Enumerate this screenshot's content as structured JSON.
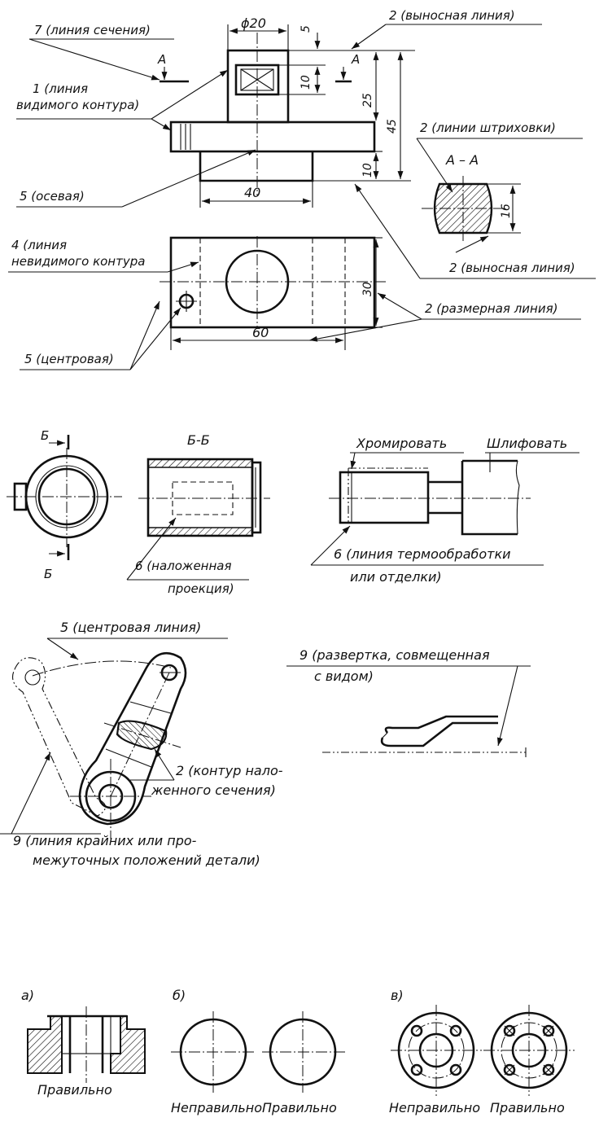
{
  "labels": {
    "section_line": "7 (линия сечения)",
    "extension_line_top": "2 (выносная линия)",
    "visible_contour_1": "1 (линия",
    "visible_contour_2": "видимого контура)",
    "axial": "5 (осевая)",
    "hidden_contour_1": "4 (линия",
    "hidden_contour_2": "невидимого контура",
    "center_line": "5 (центровая)",
    "hatch_lines": "2 (линии штриховки)",
    "extension_line_right": "2 (выносная линия)",
    "dimension_line": "2 (размерная линия)",
    "section_AA": "А – А",
    "mark_A_left": "А",
    "mark_A_right": "А",
    "section_BB": "Б-Б",
    "mark_B_top": "Б",
    "mark_B_bottom": "Б",
    "overlaid_projection_1": "6 (наложенная",
    "overlaid_projection_2": "проекция)",
    "chrome": "Хромировать",
    "grind": "Шлифовать",
    "heat_treatment_1": "6 (линия термообработки",
    "heat_treatment_2": "или отделки)",
    "centroid_line": "5 (центровая линия)",
    "development_1": "9 (развертка, совмещенная",
    "development_2": "с видом)",
    "overlaid_section_1": "2 (контур нало-",
    "overlaid_section_2": "женного сечения)",
    "extreme_positions_1": "9 (линия крайних или про-",
    "extreme_positions_2": "межуточных положений детали)",
    "fig_a": "а)",
    "fig_b": "б)",
    "fig_v": "в)",
    "correct_a": "Правильно",
    "wrong_b": "Неправильно",
    "correct_b": "Правильно",
    "wrong_v": "Неправильно",
    "correct_v": "Правильно"
  },
  "dimensions": {
    "d20": "ϕ20",
    "d5": "5",
    "d10a": "10",
    "d25": "25",
    "d45": "45",
    "d10b": "10",
    "d40": "40",
    "d16": "16",
    "d30": "30",
    "d60": "60"
  }
}
